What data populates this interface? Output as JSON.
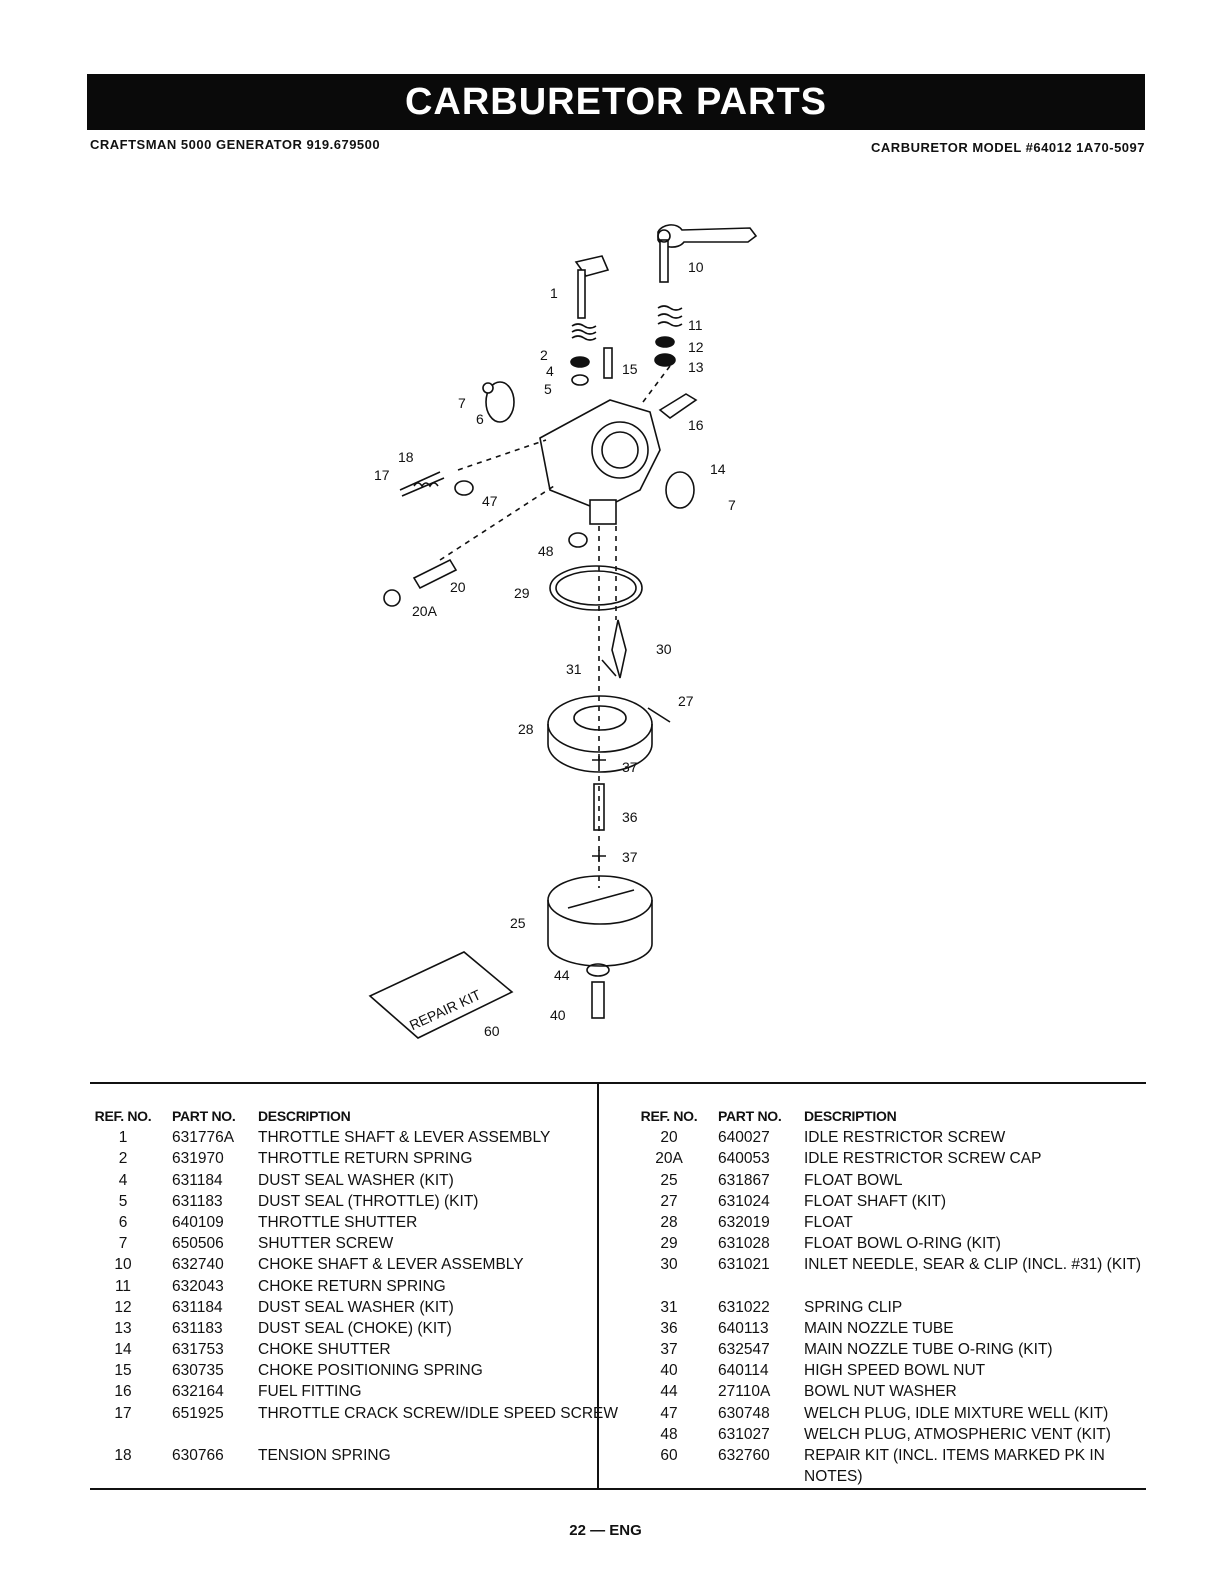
{
  "title": "CARBURETOR PARTS",
  "subtitle_left": "CRAFTSMAN 5000 GENERATOR 919.679500",
  "subtitle_right": "CARBURETOR MODEL #64012 1A70-5097",
  "diagram": {
    "callouts": [
      "1",
      "2",
      "4",
      "5",
      "6",
      "7",
      "10",
      "11",
      "12",
      "13",
      "14",
      "15",
      "16",
      "17",
      "18",
      "20",
      "20A",
      "25",
      "27",
      "28",
      "29",
      "30",
      "31",
      "36",
      "37",
      "40",
      "44",
      "47",
      "48",
      "60"
    ],
    "repair_kit_label": "REPAIR KIT"
  },
  "table_headers": {
    "ref": "REF. NO.",
    "part": "PART NO.",
    "desc": "DESCRIPTION"
  },
  "parts_left": [
    {
      "ref": "1",
      "part": "631776A",
      "desc": "THROTTLE SHAFT & LEVER ASSEMBLY"
    },
    {
      "ref": "2",
      "part": "631970",
      "desc": "THROTTLE RETURN SPRING"
    },
    {
      "ref": "4",
      "part": "631184",
      "desc": "DUST SEAL WASHER (KIT)"
    },
    {
      "ref": "5",
      "part": "631183",
      "desc": "DUST SEAL (THROTTLE) (KIT)"
    },
    {
      "ref": "6",
      "part": "640109",
      "desc": "THROTTLE SHUTTER"
    },
    {
      "ref": "7",
      "part": "650506",
      "desc": "SHUTTER SCREW"
    },
    {
      "ref": "10",
      "part": "632740",
      "desc": "CHOKE SHAFT & LEVER ASSEMBLY"
    },
    {
      "ref": "11",
      "part": "632043",
      "desc": "CHOKE RETURN SPRING"
    },
    {
      "ref": "12",
      "part": "631184",
      "desc": "DUST SEAL WASHER (KIT)"
    },
    {
      "ref": "13",
      "part": "631183",
      "desc": "DUST SEAL (CHOKE) (KIT)"
    },
    {
      "ref": "14",
      "part": "631753",
      "desc": "CHOKE SHUTTER"
    },
    {
      "ref": "15",
      "part": "630735",
      "desc": "CHOKE POSITIONING SPRING"
    },
    {
      "ref": "16",
      "part": "632164",
      "desc": "FUEL FITTING"
    },
    {
      "ref": "17",
      "part": "651925",
      "desc": "THROTTLE CRACK SCREW/IDLE SPEED SCREW"
    },
    {
      "ref": "18",
      "part": "630766",
      "desc": "TENSION SPRING"
    }
  ],
  "parts_right": [
    {
      "ref": "20",
      "part": "640027",
      "desc": "IDLE RESTRICTOR SCREW"
    },
    {
      "ref": "20A",
      "part": "640053",
      "desc": "IDLE RESTRICTOR SCREW CAP"
    },
    {
      "ref": "25",
      "part": "631867",
      "desc": "FLOAT BOWL"
    },
    {
      "ref": "27",
      "part": "631024",
      "desc": "FLOAT SHAFT (KIT)"
    },
    {
      "ref": "28",
      "part": "632019",
      "desc": "FLOAT"
    },
    {
      "ref": "29",
      "part": "631028",
      "desc": "FLOAT BOWL O-RING (KIT)"
    },
    {
      "ref": "30",
      "part": "631021",
      "desc": "INLET NEEDLE, SEAR & CLIP (INCL. #31) (KIT)"
    },
    {
      "ref": "31",
      "part": "631022",
      "desc": "SPRING CLIP"
    },
    {
      "ref": "36",
      "part": "640113",
      "desc": "MAIN NOZZLE TUBE"
    },
    {
      "ref": "37",
      "part": "632547",
      "desc": "MAIN NOZZLE TUBE O-RING (KIT)"
    },
    {
      "ref": "40",
      "part": "640114",
      "desc": "HIGH SPEED BOWL NUT"
    },
    {
      "ref": "44",
      "part": "27110A",
      "desc": "BOWL NUT WASHER"
    },
    {
      "ref": "47",
      "part": "630748",
      "desc": "WELCH PLUG, IDLE MIXTURE WELL (KIT)"
    },
    {
      "ref": "48",
      "part": "631027",
      "desc": "WELCH PLUG, ATMOSPHERIC VENT (KIT)"
    },
    {
      "ref": "60",
      "part": "632760",
      "desc": "REPAIR KIT (INCL. ITEMS MARKED PK IN NOTES)"
    }
  ],
  "footer": "22 — ENG"
}
